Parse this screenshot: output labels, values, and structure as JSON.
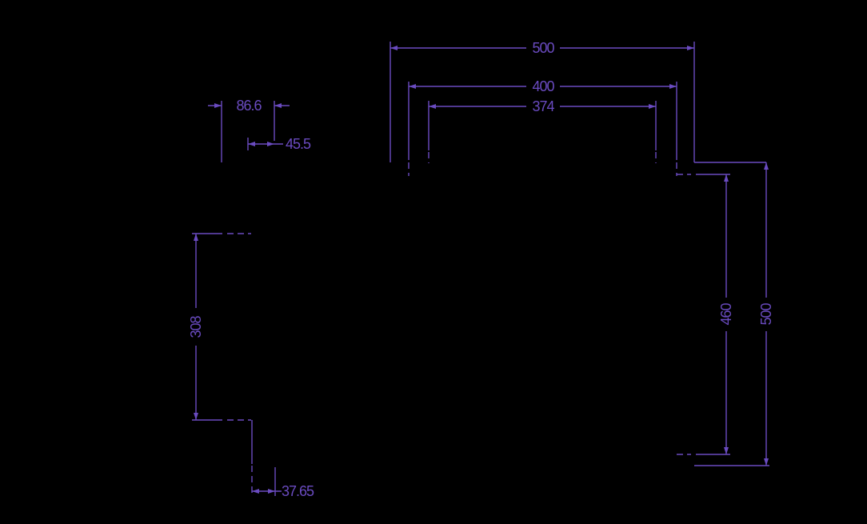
{
  "colors": {
    "background": "#000000",
    "dimension": "#6a4bc0"
  },
  "dimensions": {
    "top_width_outer": "500",
    "top_width_mid": "400",
    "top_width_inner": "374",
    "small_offset_a": "86.6",
    "small_offset_b": "45.5",
    "left_height": "308",
    "bottom_offset": "37.65",
    "right_height_inner": "460",
    "right_height_outer": "500"
  }
}
